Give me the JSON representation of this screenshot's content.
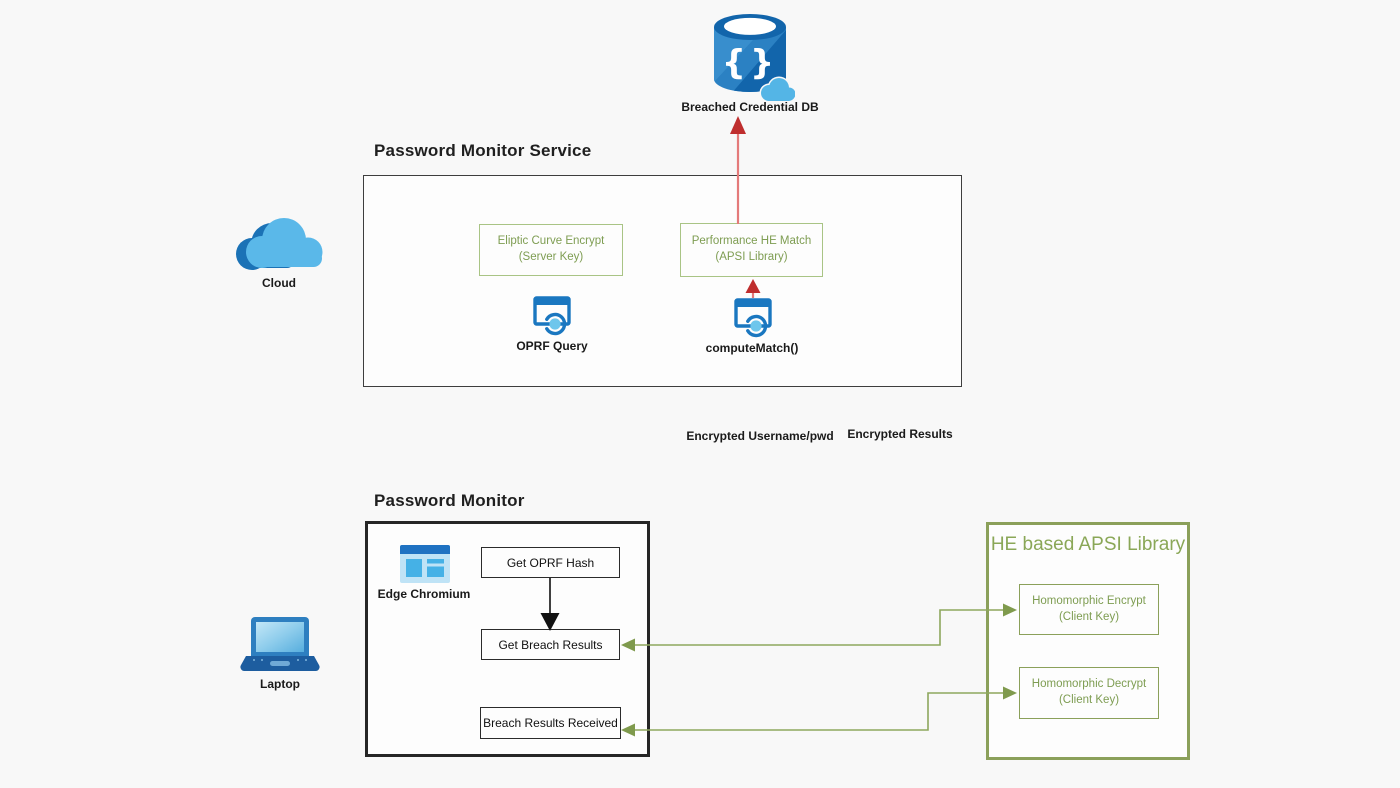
{
  "colors": {
    "accent_green_text": "#7e9d52",
    "green_border": "#a9c485",
    "green_strong": "#8ba05a",
    "red_line": "#e47a7a",
    "red_arrowhead": "#bf2e2e",
    "icon_blue": "#1a74ba",
    "icon_light_blue": "#5ab8e9",
    "ink": "#1f1f1f"
  },
  "database": {
    "label": "Breached Credential DB"
  },
  "cloud": {
    "label": "Cloud"
  },
  "laptop": {
    "label": "Laptop"
  },
  "service": {
    "title": "Password Monitor Service",
    "ecc_box": {
      "line1": "Eliptic Curve Encrypt",
      "line2": "(Server Key)"
    },
    "hem_box": {
      "line1": "Performance HE Match",
      "line2": "(APSI Library)"
    },
    "oprf_label": "OPRF Query",
    "compute_label": "computeMatch()"
  },
  "flow": {
    "request": "Encrypted Username/pwd",
    "response": "Encrypted Results"
  },
  "client": {
    "title": "Password Monitor",
    "browser_label": "Edge Chromium",
    "step1": "Get OPRF Hash",
    "step2": "Get Breach Results",
    "step3": "Breach Results Received"
  },
  "apsi": {
    "title": "HE based APSI Library",
    "encrypt_box": {
      "line1": "Homomorphic Encrypt",
      "line2": "(Client Key)"
    },
    "decrypt_box": {
      "line1": "Homomorphic Decrypt",
      "line2": "(Client Key)"
    }
  }
}
